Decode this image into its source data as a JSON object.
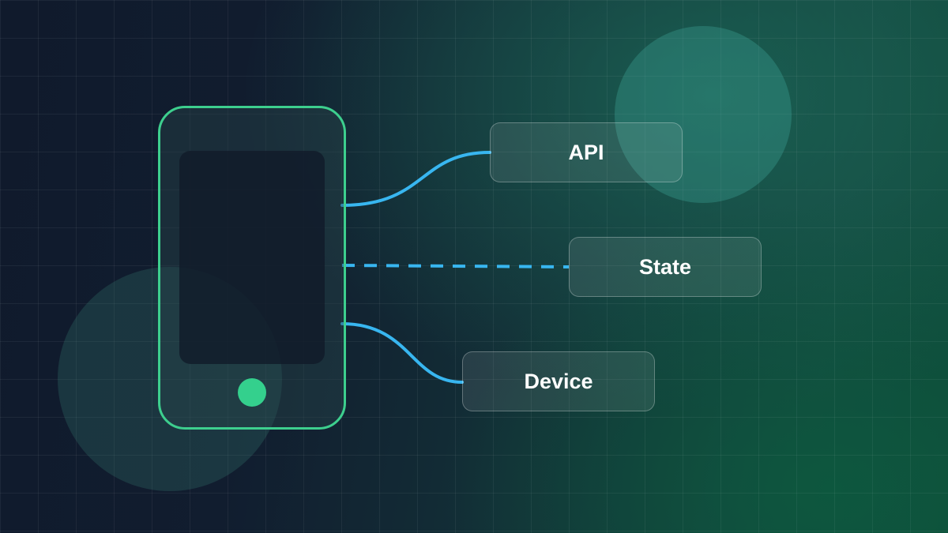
{
  "nodes": {
    "api": {
      "label": "API"
    },
    "state": {
      "label": "State"
    },
    "device": {
      "label": "Device"
    }
  },
  "colors": {
    "phone_outline": "#3dcf8e",
    "phone_button": "#34d08d",
    "connector": "#38b6f0",
    "background_dark": "#101a2c",
    "background_green": "#14463f"
  },
  "connectors": [
    {
      "from": "phone",
      "to": "api",
      "style": "solid"
    },
    {
      "from": "phone",
      "to": "state",
      "style": "dashed"
    },
    {
      "from": "phone",
      "to": "device",
      "style": "solid"
    }
  ]
}
